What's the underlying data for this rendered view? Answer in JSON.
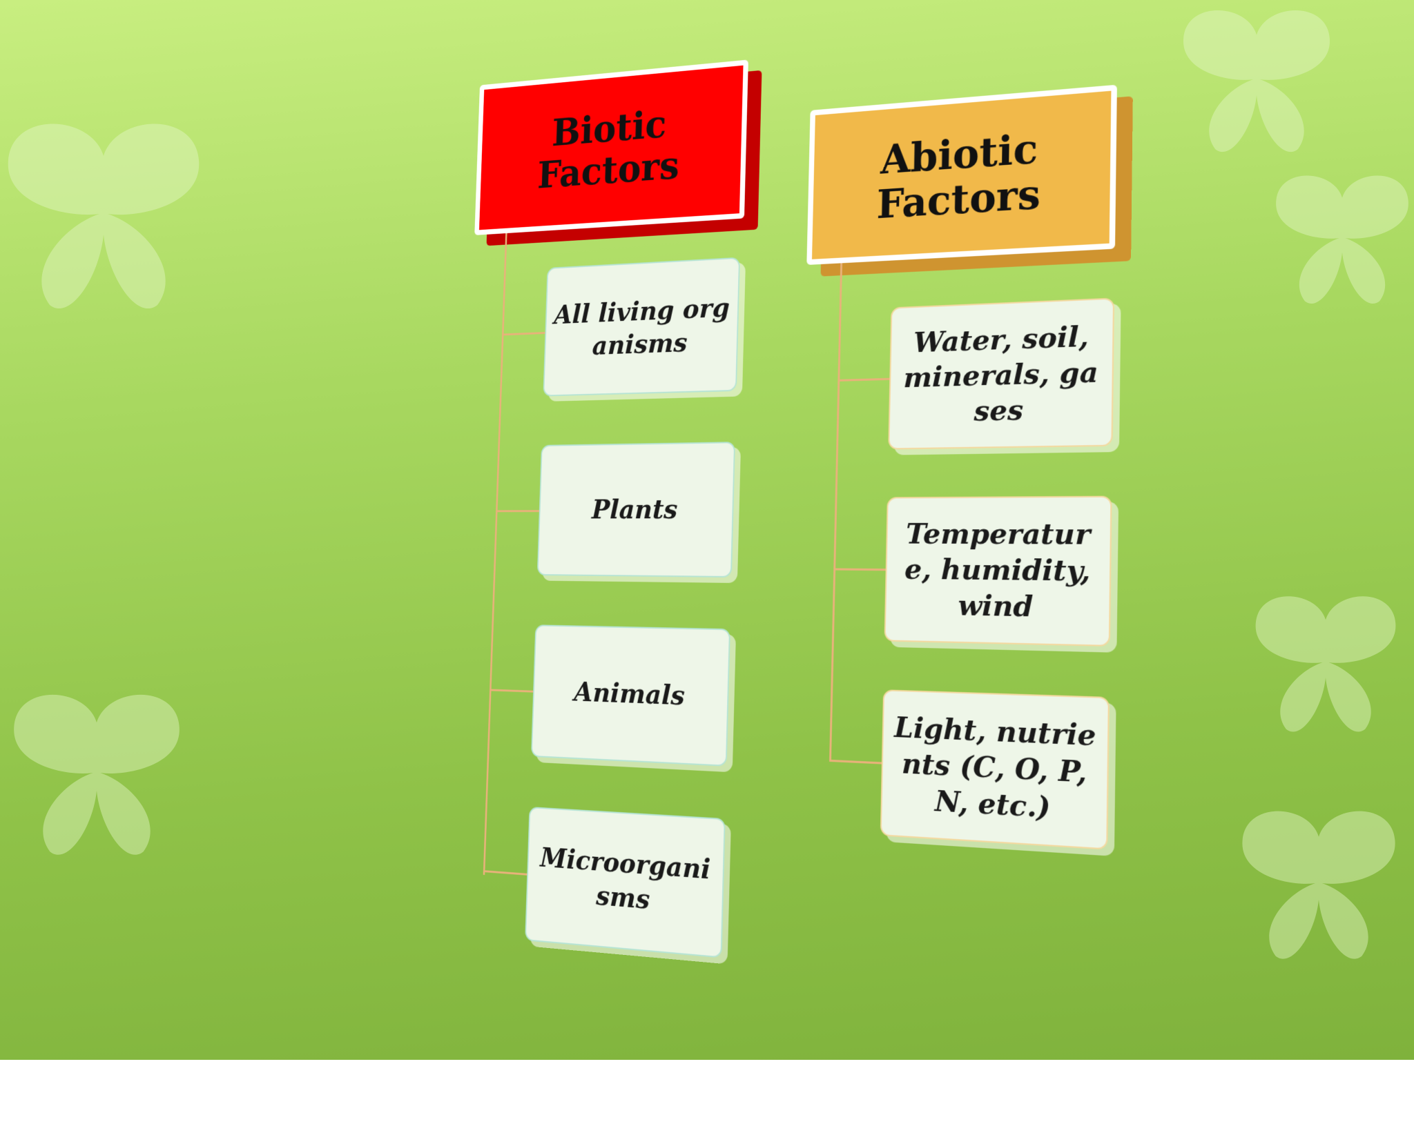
{
  "diagram": {
    "columns": [
      {
        "header": "Biotic Factors",
        "color": "#ff0000",
        "items": [
          "All living organisms",
          "Plants",
          "Animals",
          "Microorganisms"
        ]
      },
      {
        "header": "Abiotic Factors",
        "color": "#f1b94a",
        "items": [
          "Water, soil, minerals, gases",
          "Temperature, humidity, wind",
          "Light, nutrients (C, O, P, N, etc.)"
        ]
      }
    ]
  },
  "colors": {
    "background_top": "#c8ee80",
    "background_bottom": "#7fb23c",
    "card_fill": "#eef6e8",
    "connector": "#e8b27a"
  }
}
